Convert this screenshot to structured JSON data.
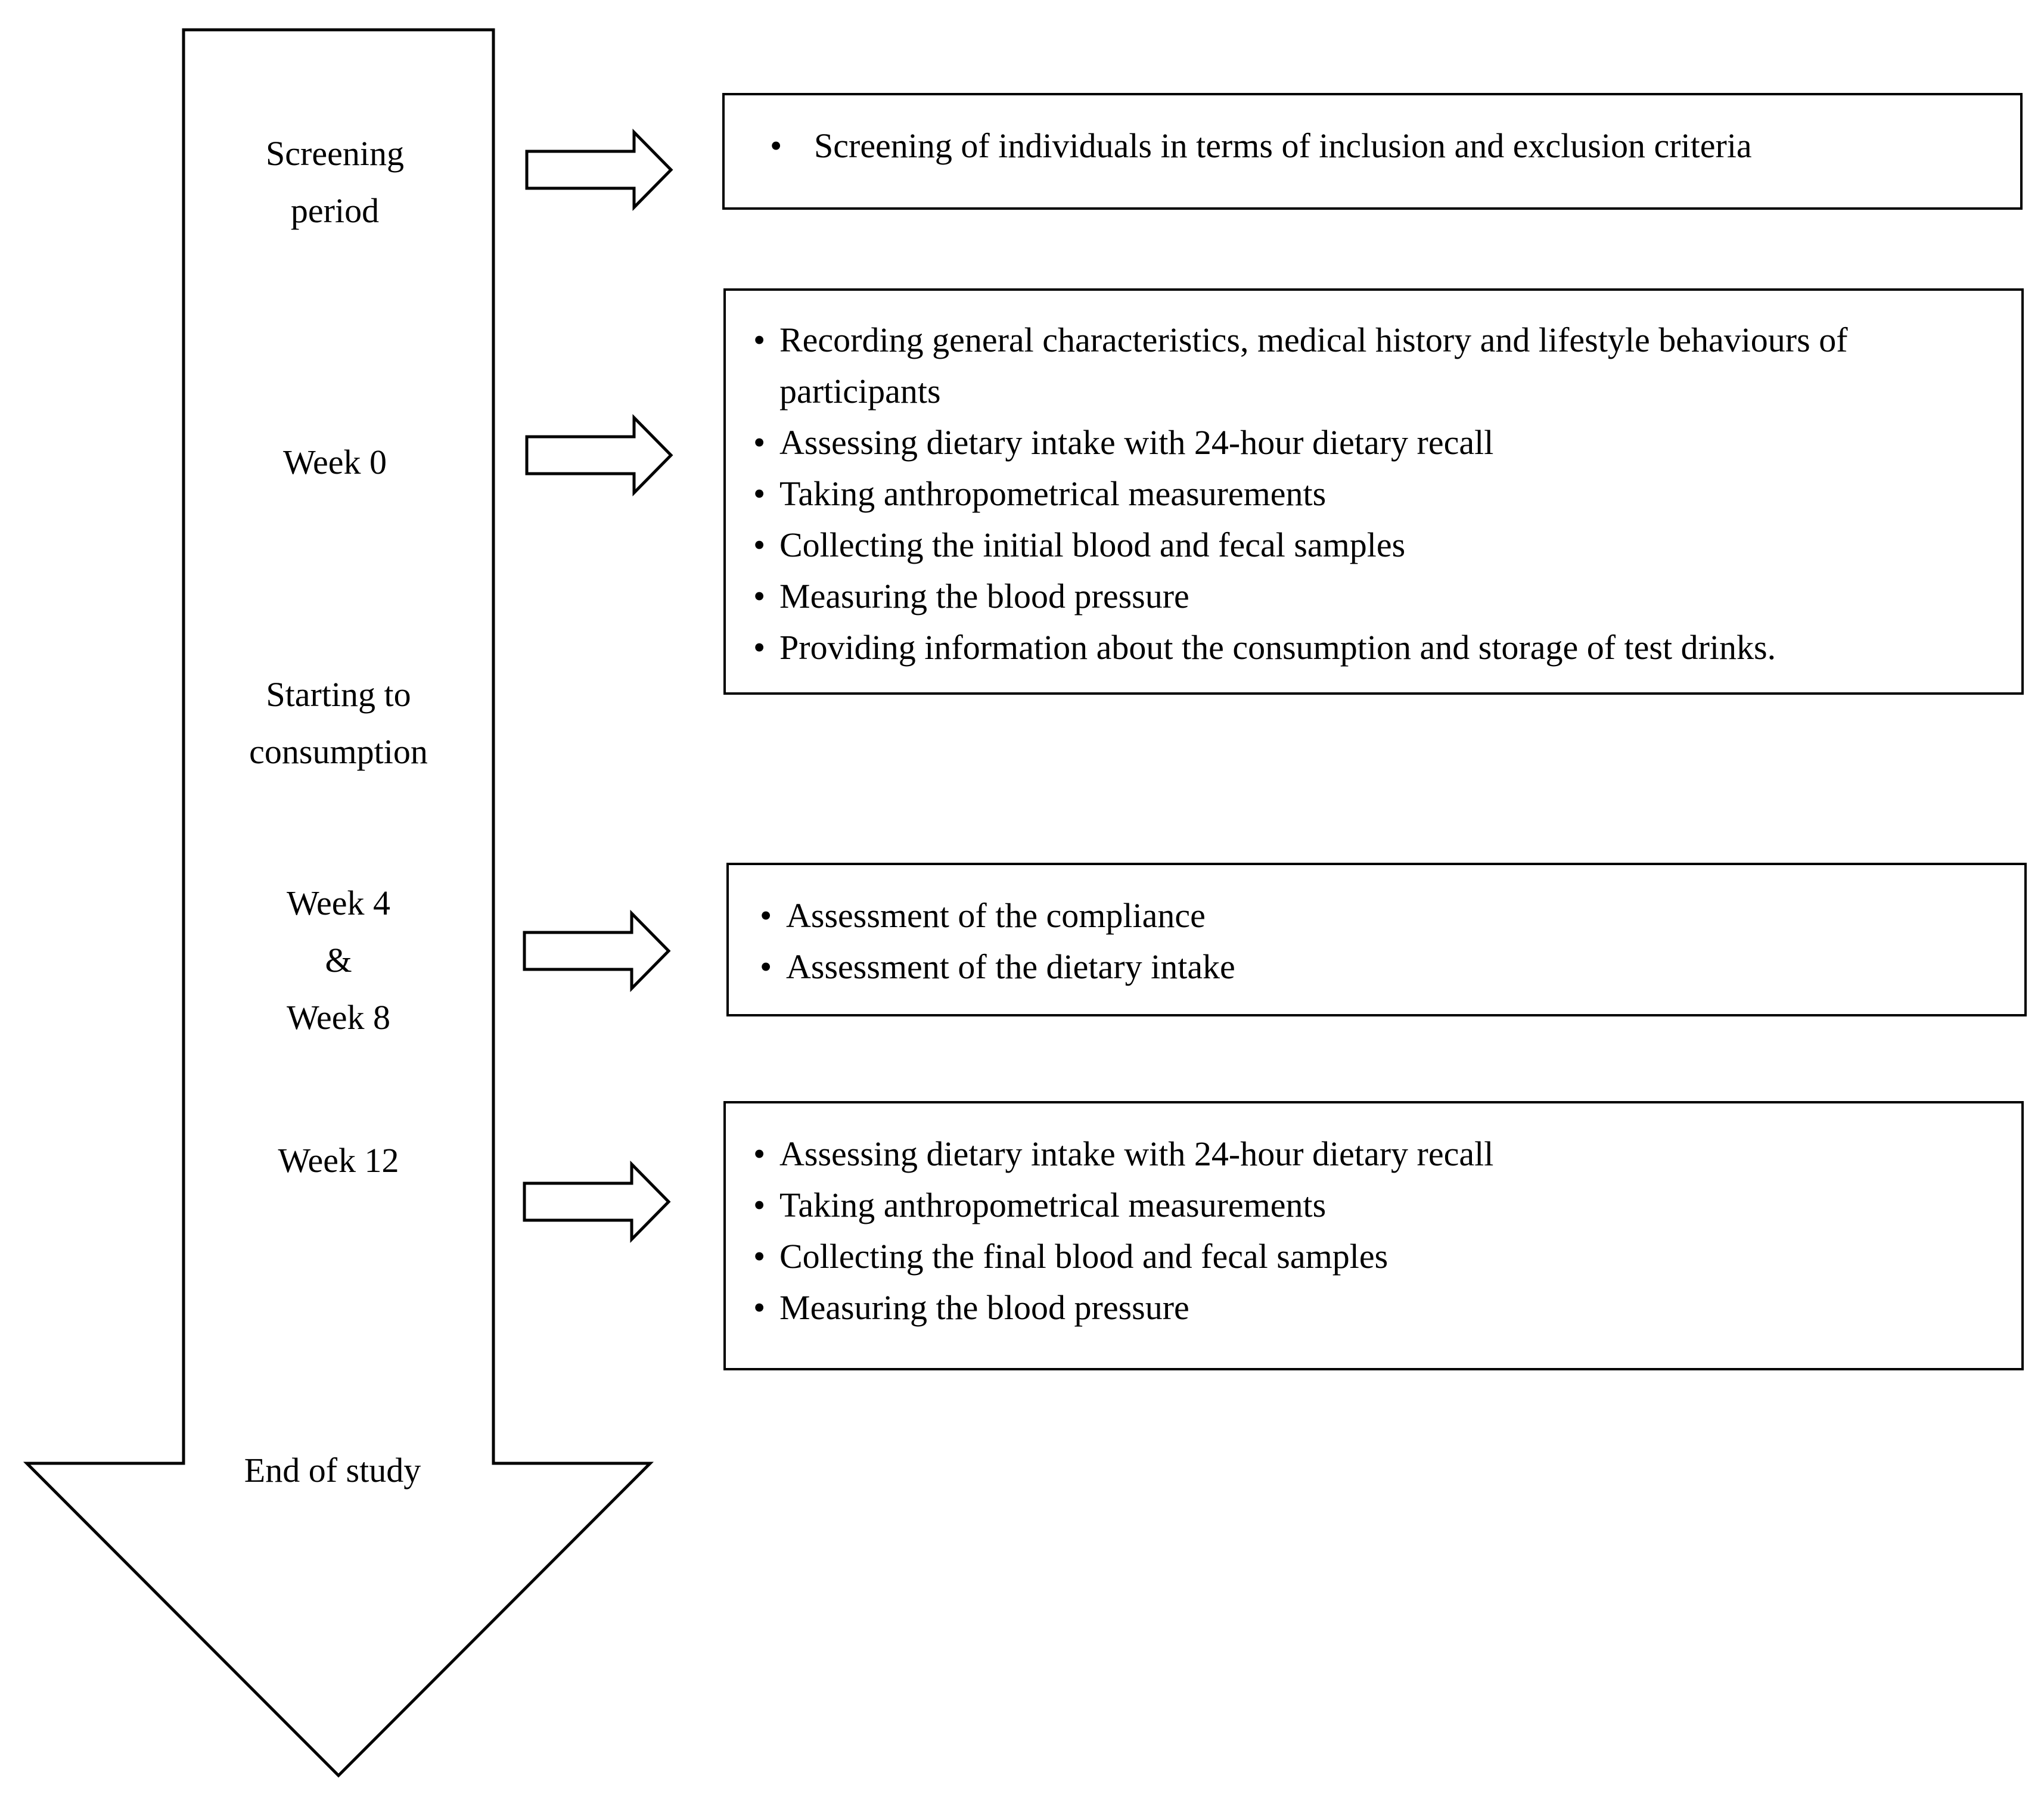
{
  "timeline": {
    "phases": [
      {
        "id": "screening",
        "lines": [
          "Screening",
          "period"
        ]
      },
      {
        "id": "week0",
        "lines": [
          "Week 0"
        ]
      },
      {
        "id": "start",
        "lines": [
          "Starting to",
          "consumption"
        ]
      },
      {
        "id": "week4-8",
        "lines": [
          "Week 4",
          "&",
          "Week 8"
        ]
      },
      {
        "id": "week12",
        "lines": [
          "Week 12"
        ]
      },
      {
        "id": "end",
        "lines": [
          "End of study"
        ]
      }
    ]
  },
  "boxes": {
    "screening": {
      "items": [
        "Screening of individuals in terms of inclusion and exclusion criteria"
      ]
    },
    "week0": {
      "items": [
        "Recording general characteristics, medical history and lifestyle behaviours of participants",
        "Assessing dietary intake with 24-hour dietary recall",
        "Taking anthropometrical measurements",
        "Collecting the initial blood and fecal samples",
        "Measuring the blood pressure",
        "Providing information about the consumption and storage of test drinks."
      ]
    },
    "week4_8": {
      "items": [
        "Assessment of the compliance",
        "Assessment of the dietary intake"
      ]
    },
    "week12": {
      "items": [
        "Assessing dietary intake with 24-hour dietary recall",
        "Taking anthropometrical measurements",
        "Collecting the final blood and fecal samples",
        "Measuring the blood pressure"
      ]
    }
  }
}
